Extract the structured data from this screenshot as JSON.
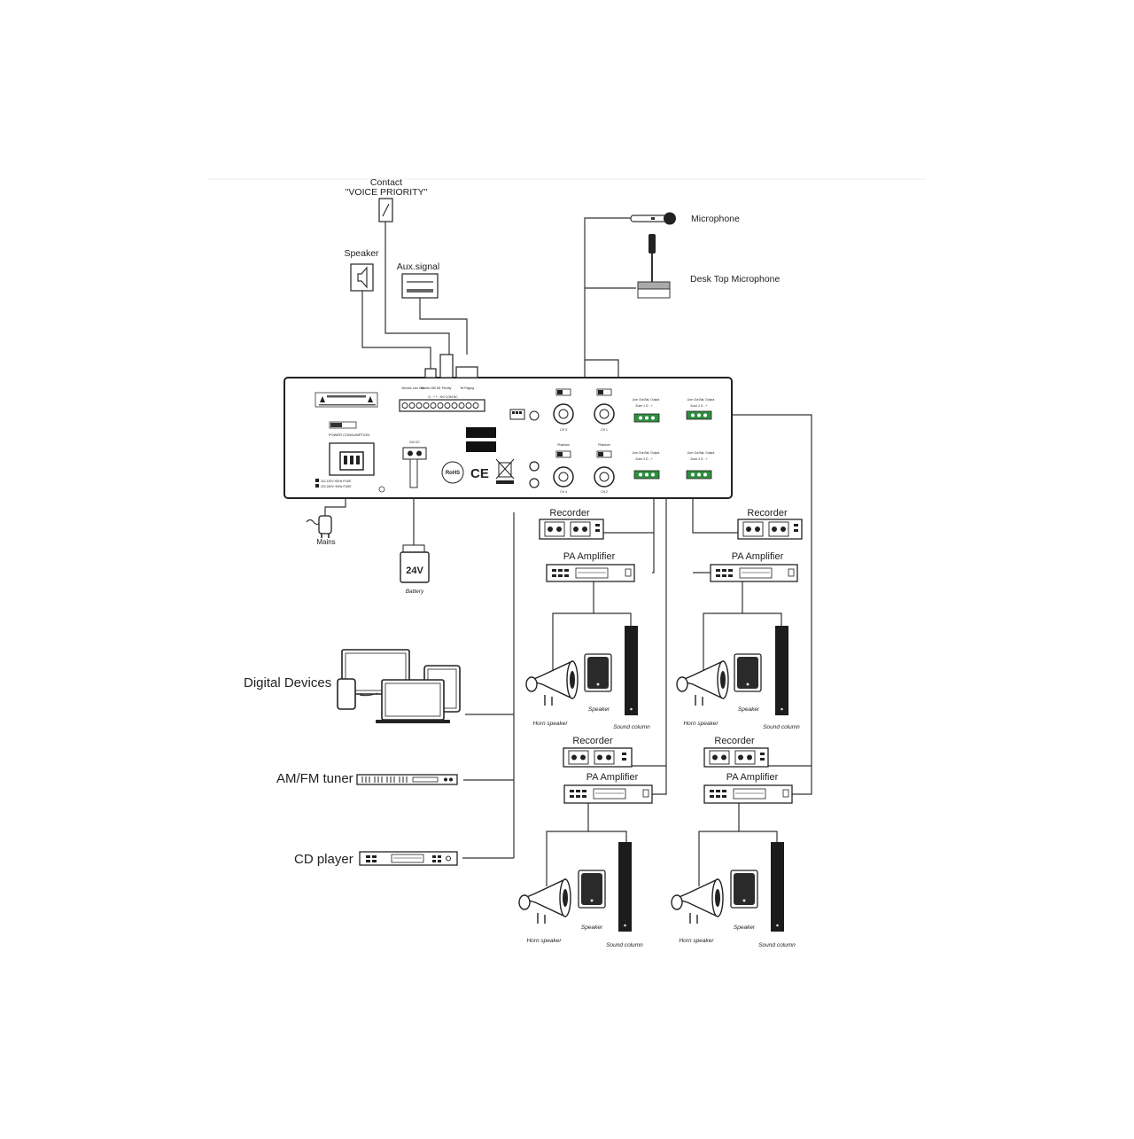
{
  "labels": {
    "contact_line1": "Contact",
    "contact_line2": "\"VOICE PRIORITY\"",
    "speaker_top": "Speaker",
    "aux_signal": "Aux.signal",
    "microphone": "Microphone",
    "desk_microphone": "Desk Top Microphone",
    "mains": "Mains",
    "battery_voltage": "24V",
    "battery": "Battery",
    "digital_devices": "Digital Devices",
    "amfm_tuner": "AM/FM tuner",
    "cd_player": "CD player",
    "recorder": "Recorder",
    "pa_amplifier": "PA Amplifier",
    "horn_speaker": "Horn speaker",
    "speaker": "Speaker",
    "sound_column": "Sound column"
  },
  "panel": {
    "ce_mark": "CE",
    "rohs_mark": "RoHS",
    "terminal_labels": [
      "Monitor Line Out",
      "Monitor 5W 8Ω",
      "Priority",
      "Tel Paging"
    ],
    "terminal_pins": "G - +   + -   NO COM NC",
    "zone_outputs": [
      {
        "title": "Line Out Bal. Output",
        "zone": "Zone 1   G -  +"
      },
      {
        "title": "Line Out Bal. Output",
        "zone": "Zone 2   G -  +"
      },
      {
        "title": "Line Out Bal. Output",
        "zone": "Zone 3   G -  +"
      },
      {
        "title": "Line Out Bal. Output",
        "zone": "Zone 4   G -  +"
      }
    ],
    "channels": [
      "CH 1",
      "CH 2",
      "CH 3",
      "CH 4"
    ],
    "phantom": "Phantom",
    "dc_input": "24V DC",
    "power": "POWER CONSUMPTION",
    "fuse_note_1": "110-120V~60Hz FUSE",
    "fuse_note_2": "220-240V~50Hz FUSE"
  }
}
